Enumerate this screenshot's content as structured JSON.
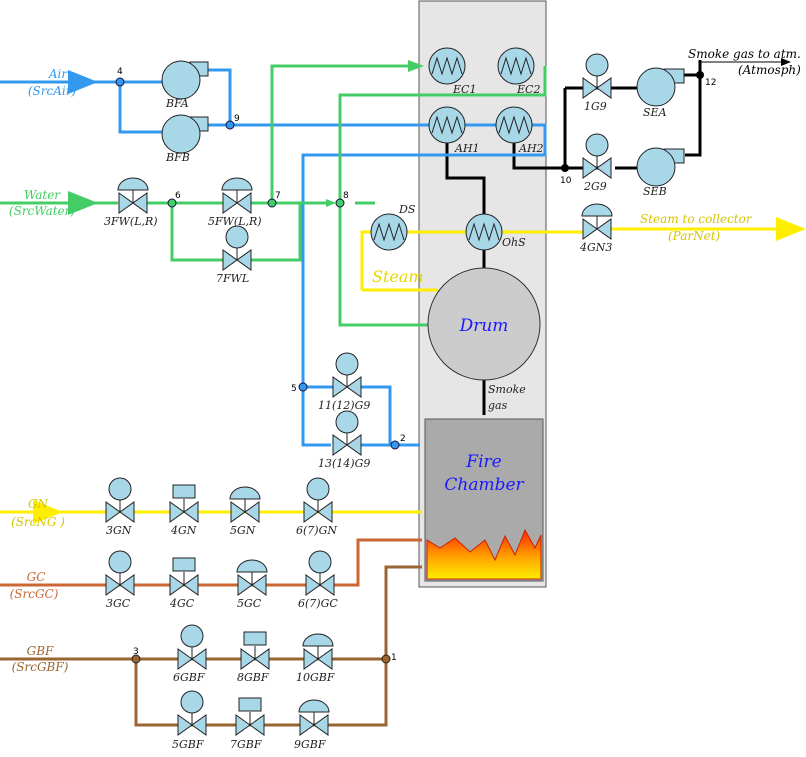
{
  "colors": {
    "air": "#3399ee",
    "water": "#44cc66",
    "steam": "#ffee00",
    "gn": "#ffee00",
    "gc": "#cc6633",
    "gbf": "#996633",
    "smoke": "#000000",
    "component_fill": "#a8d8e8",
    "boiler_bg": "#e6e6e6",
    "drum_fill": "#cccccc",
    "chamber_fill": "#aaaaaa",
    "blue_text": "#1a1aff"
  },
  "sources": {
    "air": {
      "name": "Air",
      "src": "(SrcAir)"
    },
    "water": {
      "name": "Water",
      "src": "(SrcWater)"
    },
    "gn": {
      "name": "GN",
      "src": "(SrcNG )"
    },
    "gc": {
      "name": "GC",
      "src": "(SrcGC)"
    },
    "gbf": {
      "name": "GBF",
      "src": "(SrcGBF)"
    }
  },
  "outputs": {
    "smoke": {
      "name": "Smoke gas to atm.",
      "sink": "(Atmosph)"
    },
    "steam": {
      "name": "Steam to collector",
      "sink": "(ParNet)"
    }
  },
  "fans": {
    "bfa": "BFA",
    "bfb": "BFB",
    "sea": "SEA",
    "seb": "SEB"
  },
  "exchangers": {
    "ec1": "EC1",
    "ec2": "EC2",
    "ah1": "AH1",
    "ah2": "AH2",
    "ds": "DS",
    "ohs": "OhS"
  },
  "valves": {
    "fw3": "3FW(L,R)",
    "fw5": "5FW(L,R)",
    "fwl7": "7FWL",
    "g9_1": "1G9",
    "g9_2": "2G9",
    "gn4_out": "4GN3",
    "g9_11": "11(12)G9",
    "g9_13": "13(14)G9",
    "gn3": "3GN",
    "gn4": "4GN",
    "gn5": "5GN",
    "gn67": "6(7)GN",
    "gc3": "3GC",
    "gc4": "4GC",
    "gc5": "5GC",
    "gc67": "6(7)GC",
    "gbf6": "6GBF",
    "gbf8": "8GBF",
    "gbf10": "10GBF",
    "gbf5": "5GBF",
    "gbf7": "7GBF",
    "gbf9": "9GBF"
  },
  "nodes": {
    "n1": "1",
    "n2": "2",
    "n3": "3",
    "n4": "4",
    "n5": "5",
    "n6": "6",
    "n7": "7",
    "n8": "8",
    "n9": "9",
    "n10": "10",
    "n12": "12"
  },
  "labels": {
    "drum": "Drum",
    "fire_line1": "Fire",
    "fire_line2": "Chamber",
    "steam": "Steam",
    "smoke_line1": "Smoke",
    "smoke_line2": "gas"
  }
}
